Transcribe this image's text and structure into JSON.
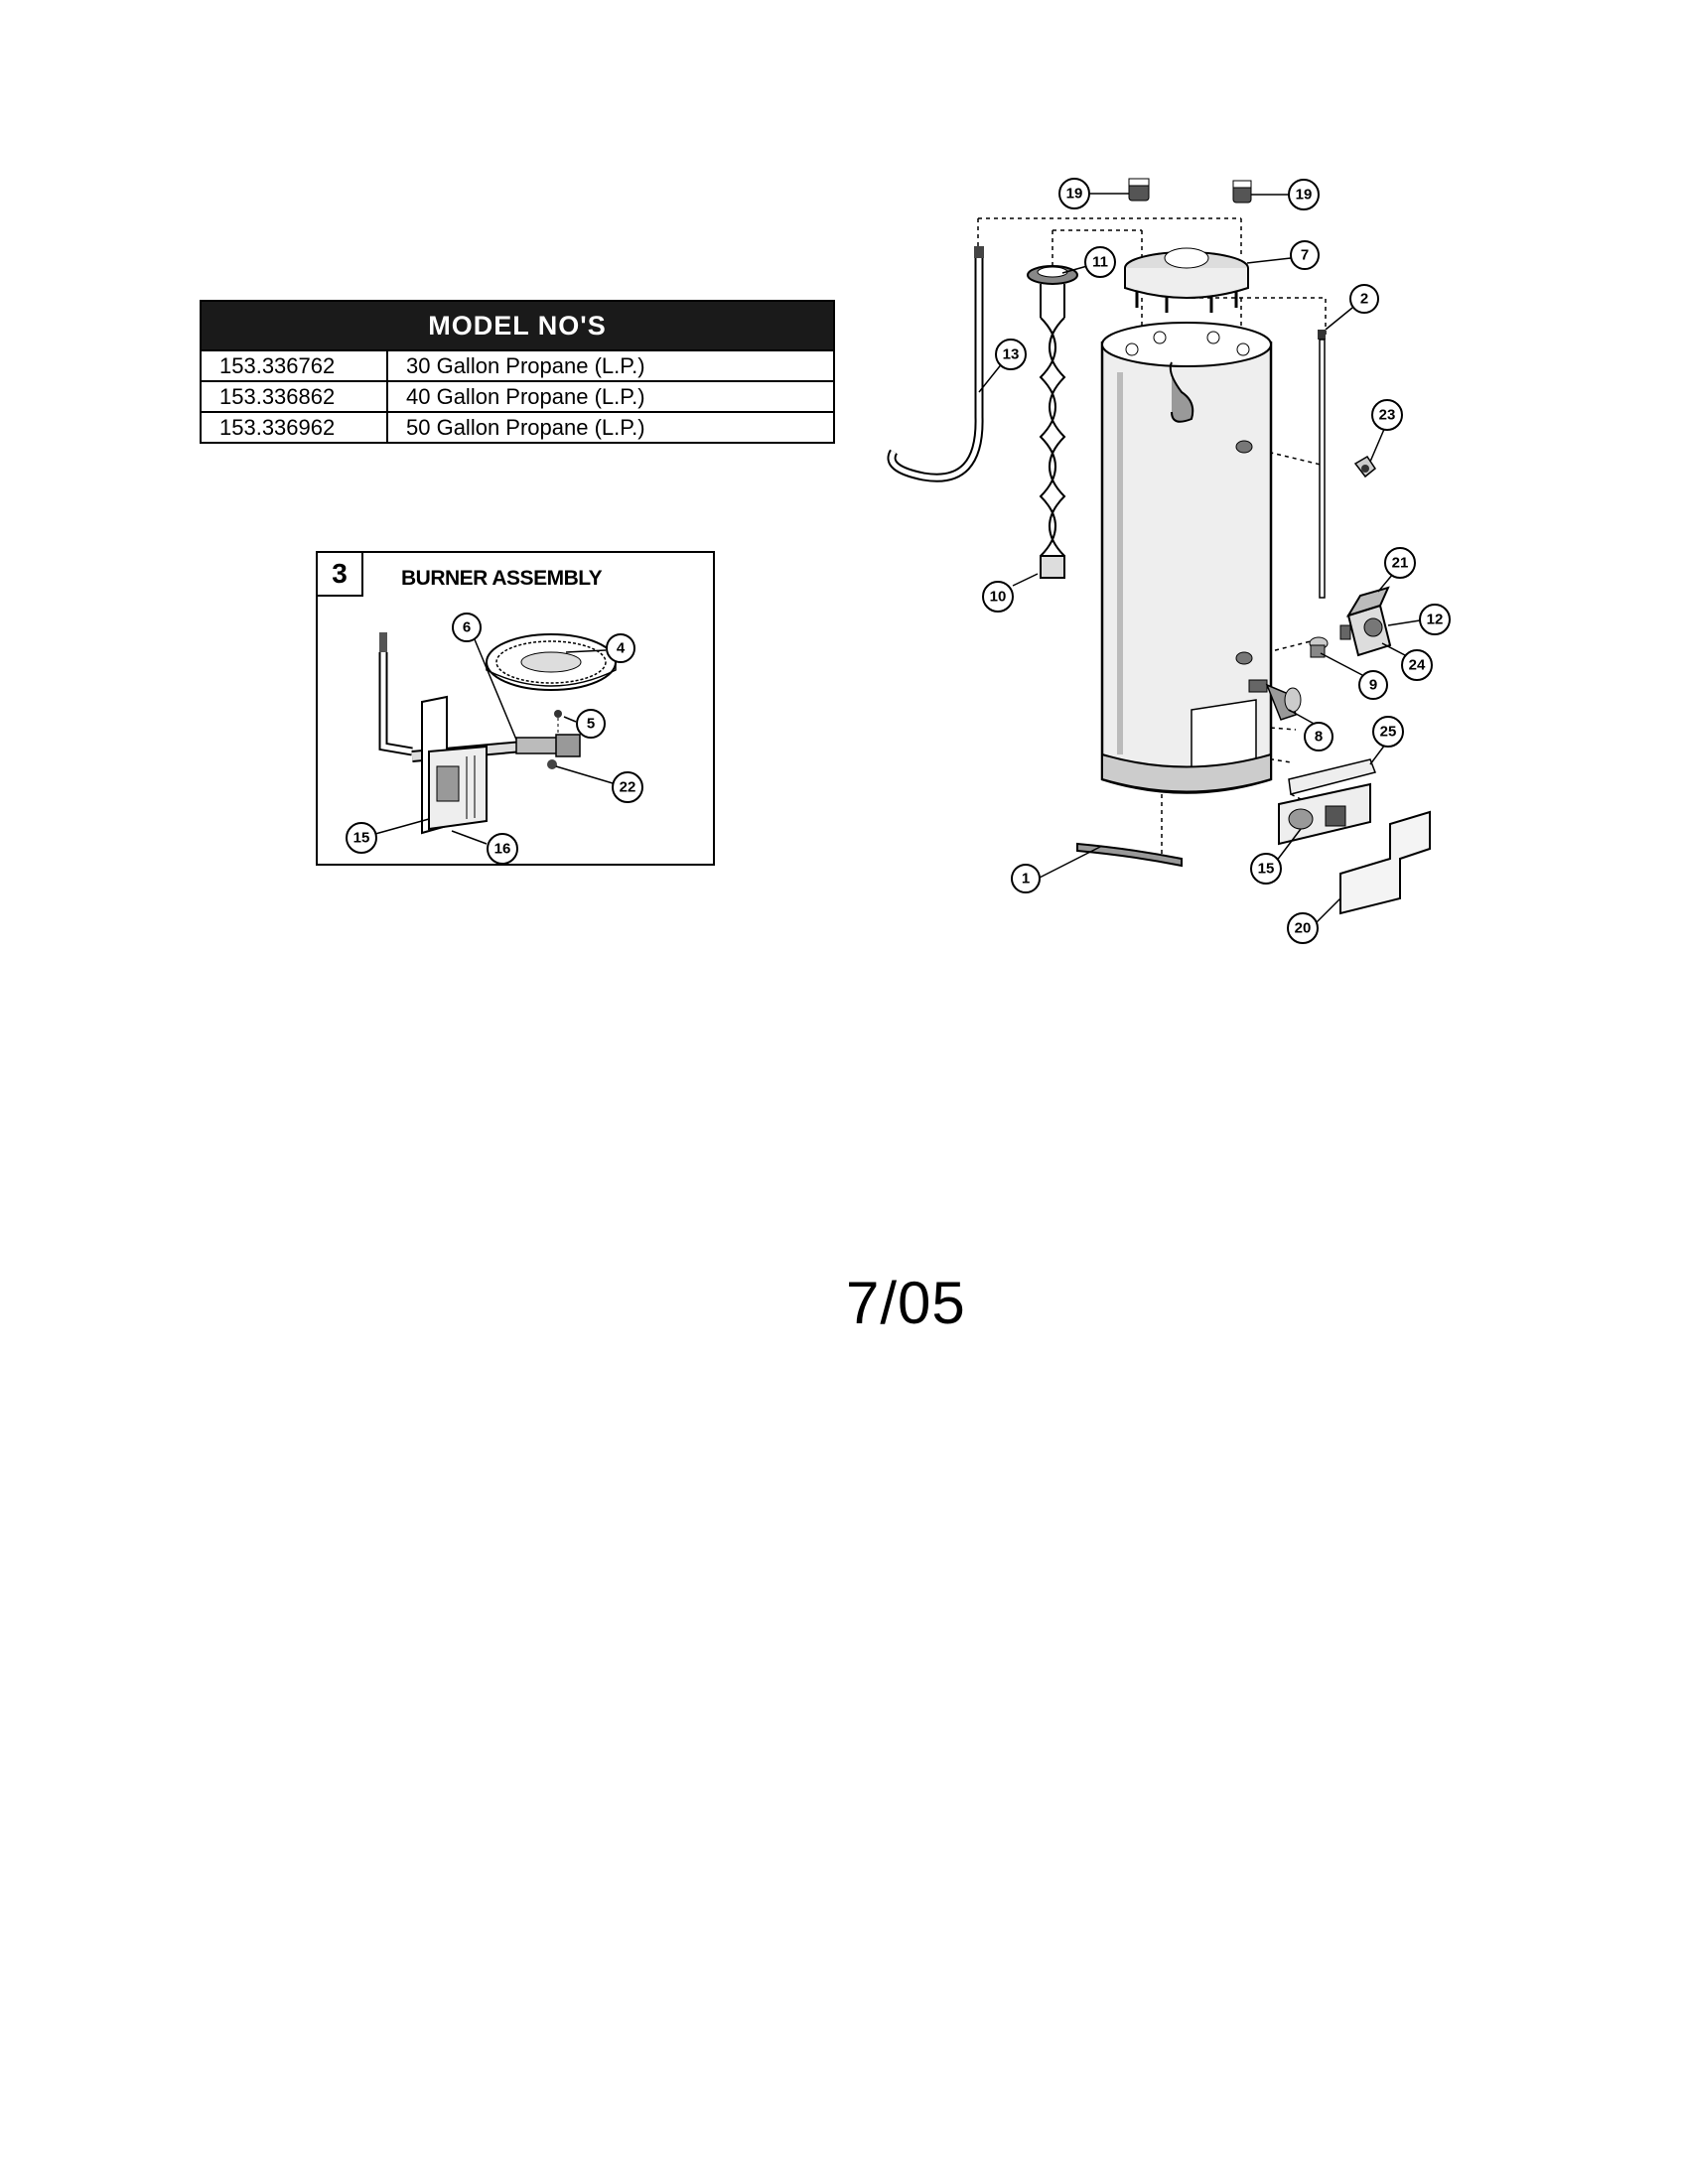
{
  "model_table": {
    "header": "MODEL NO'S",
    "rows": [
      {
        "model": "153.336762",
        "description": "30 Gallon Propane (L.P.)"
      },
      {
        "model": "153.336862",
        "description": "40 Gallon Propane (L.P.)"
      },
      {
        "model": "153.336962",
        "description": "50 Gallon Propane (L.P.)"
      }
    ]
  },
  "burner_assembly": {
    "number": "3",
    "title": "BURNER ASSEMBLY",
    "callouts": [
      "6",
      "4",
      "5",
      "22",
      "16",
      "15"
    ]
  },
  "heater_diagram": {
    "callouts": [
      "19",
      "19",
      "7",
      "11",
      "2",
      "13",
      "23",
      "21",
      "12",
      "10",
      "24",
      "9",
      "8",
      "25",
      "1",
      "15",
      "20"
    ]
  },
  "date": "7/05"
}
